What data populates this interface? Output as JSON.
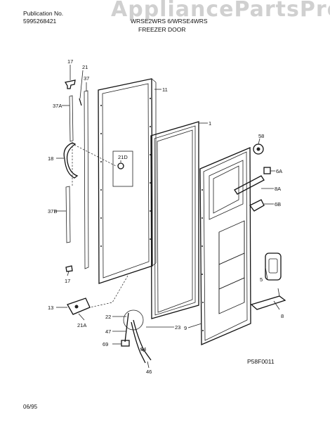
{
  "header": {
    "publication_label": "Publication No.",
    "publication_number": "5995268421",
    "model_text": "WRSE2WRS 6/WRSE4WRS",
    "section_title": "FREEZER DOOR"
  },
  "watermark": "AppliancePartsPros.com",
  "diagram_code": "P58F0011",
  "date_code": "06/95",
  "part_labels": [
    "17",
    "21",
    "37",
    "37A",
    "11",
    "1",
    "58",
    "21D",
    "18",
    "6A",
    "8A",
    "6B",
    "37B",
    "5",
    "17",
    "8",
    "13",
    "22",
    "23",
    "21A",
    "47",
    "9",
    "69",
    "84",
    "46"
  ]
}
